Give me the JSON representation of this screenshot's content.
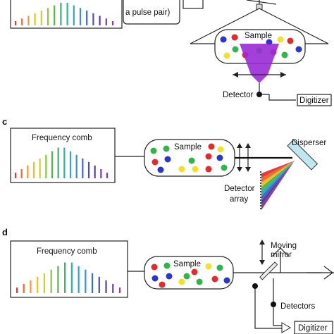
{
  "panels": [
    {
      "letter": "",
      "labels": {
        "pulse_text": "a pulse pair)",
        "sample": "Sample",
        "detector": "Detector",
        "digitizer": "Digitizer"
      }
    },
    {
      "letter": "c",
      "labels": {
        "comb": "Frequency comb",
        "sample": "Sample",
        "disperser": "Disperser",
        "detector_array_line1": "Detector",
        "detector_array_line2": "array"
      }
    },
    {
      "letter": "d",
      "labels": {
        "comb": "Frequency comb",
        "sample": "Sample",
        "moving_mirror_line1": "Moving",
        "moving_mirror_line2": "mirror",
        "detectors": "Detectors",
        "digitizer": "Digitizer"
      }
    }
  ],
  "comb_colors": [
    "#e5393b",
    "#ef6c2f",
    "#f29a2e",
    "#e8c12a",
    "#c8d32a",
    "#8cc63f",
    "#4fb848",
    "#36b36a",
    "#2fb39a",
    "#2fa8c4",
    "#3a8fd0",
    "#3b6cc4",
    "#4b4fb8",
    "#5b3aa8",
    "#7a3aa0",
    "#8f3b9a"
  ],
  "sample_dot_colors": {
    "red": "#e32b2b",
    "green": "#2fb54a",
    "blue": "#2a37c8",
    "yellow": "#f0e12a"
  },
  "beam_colors": {
    "purple": "#9a2bd6"
  }
}
